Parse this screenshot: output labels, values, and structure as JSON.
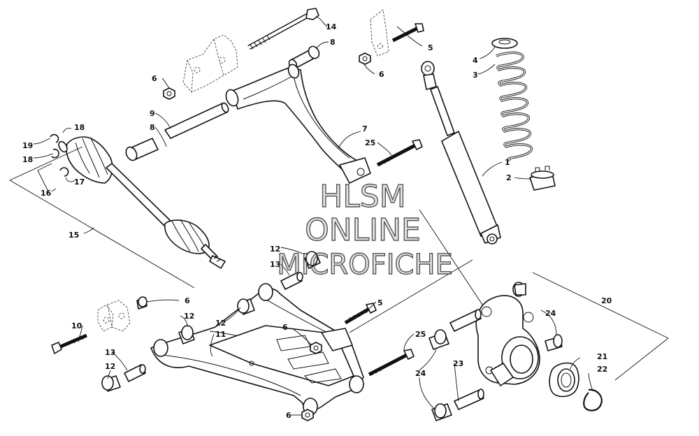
{
  "watermark": {
    "line1": "HLSM",
    "line2": "ONLINE",
    "line3": "MICROFICHE"
  },
  "callouts": [
    {
      "id": "c14",
      "label": "14"
    },
    {
      "id": "c8a",
      "label": "8"
    },
    {
      "id": "c6a",
      "label": "6"
    },
    {
      "id": "c5a",
      "label": "5"
    },
    {
      "id": "c6b",
      "label": "6"
    },
    {
      "id": "c4",
      "label": "4"
    },
    {
      "id": "c3",
      "label": "3"
    },
    {
      "id": "c9",
      "label": "9"
    },
    {
      "id": "c8b",
      "label": "8"
    },
    {
      "id": "c7",
      "label": "7"
    },
    {
      "id": "c25a",
      "label": "25"
    },
    {
      "id": "c18a",
      "label": "18"
    },
    {
      "id": "c19",
      "label": "19"
    },
    {
      "id": "c18b",
      "label": "18"
    },
    {
      "id": "c17",
      "label": "17"
    },
    {
      "id": "c16",
      "label": "16"
    },
    {
      "id": "c15",
      "label": "15"
    },
    {
      "id": "c1",
      "label": "1"
    },
    {
      "id": "c2",
      "label": "2"
    },
    {
      "id": "c12a",
      "label": "12"
    },
    {
      "id": "c13a",
      "label": "13"
    },
    {
      "id": "c20",
      "label": "20"
    },
    {
      "id": "c6c",
      "label": "6"
    },
    {
      "id": "c5b",
      "label": "5"
    },
    {
      "id": "c10",
      "label": "10"
    },
    {
      "id": "c12b",
      "label": "12"
    },
    {
      "id": "c12c",
      "label": "12"
    },
    {
      "id": "c6d",
      "label": "6"
    },
    {
      "id": "c11",
      "label": "11"
    },
    {
      "id": "c25b",
      "label": "25"
    },
    {
      "id": "c24a",
      "label": "24"
    },
    {
      "id": "c13b",
      "label": "13"
    },
    {
      "id": "c12d",
      "label": "12"
    },
    {
      "id": "c23",
      "label": "23"
    },
    {
      "id": "c24b",
      "label": "24"
    },
    {
      "id": "c21",
      "label": "21"
    },
    {
      "id": "c22",
      "label": "22"
    },
    {
      "id": "c6e",
      "label": "6"
    }
  ]
}
